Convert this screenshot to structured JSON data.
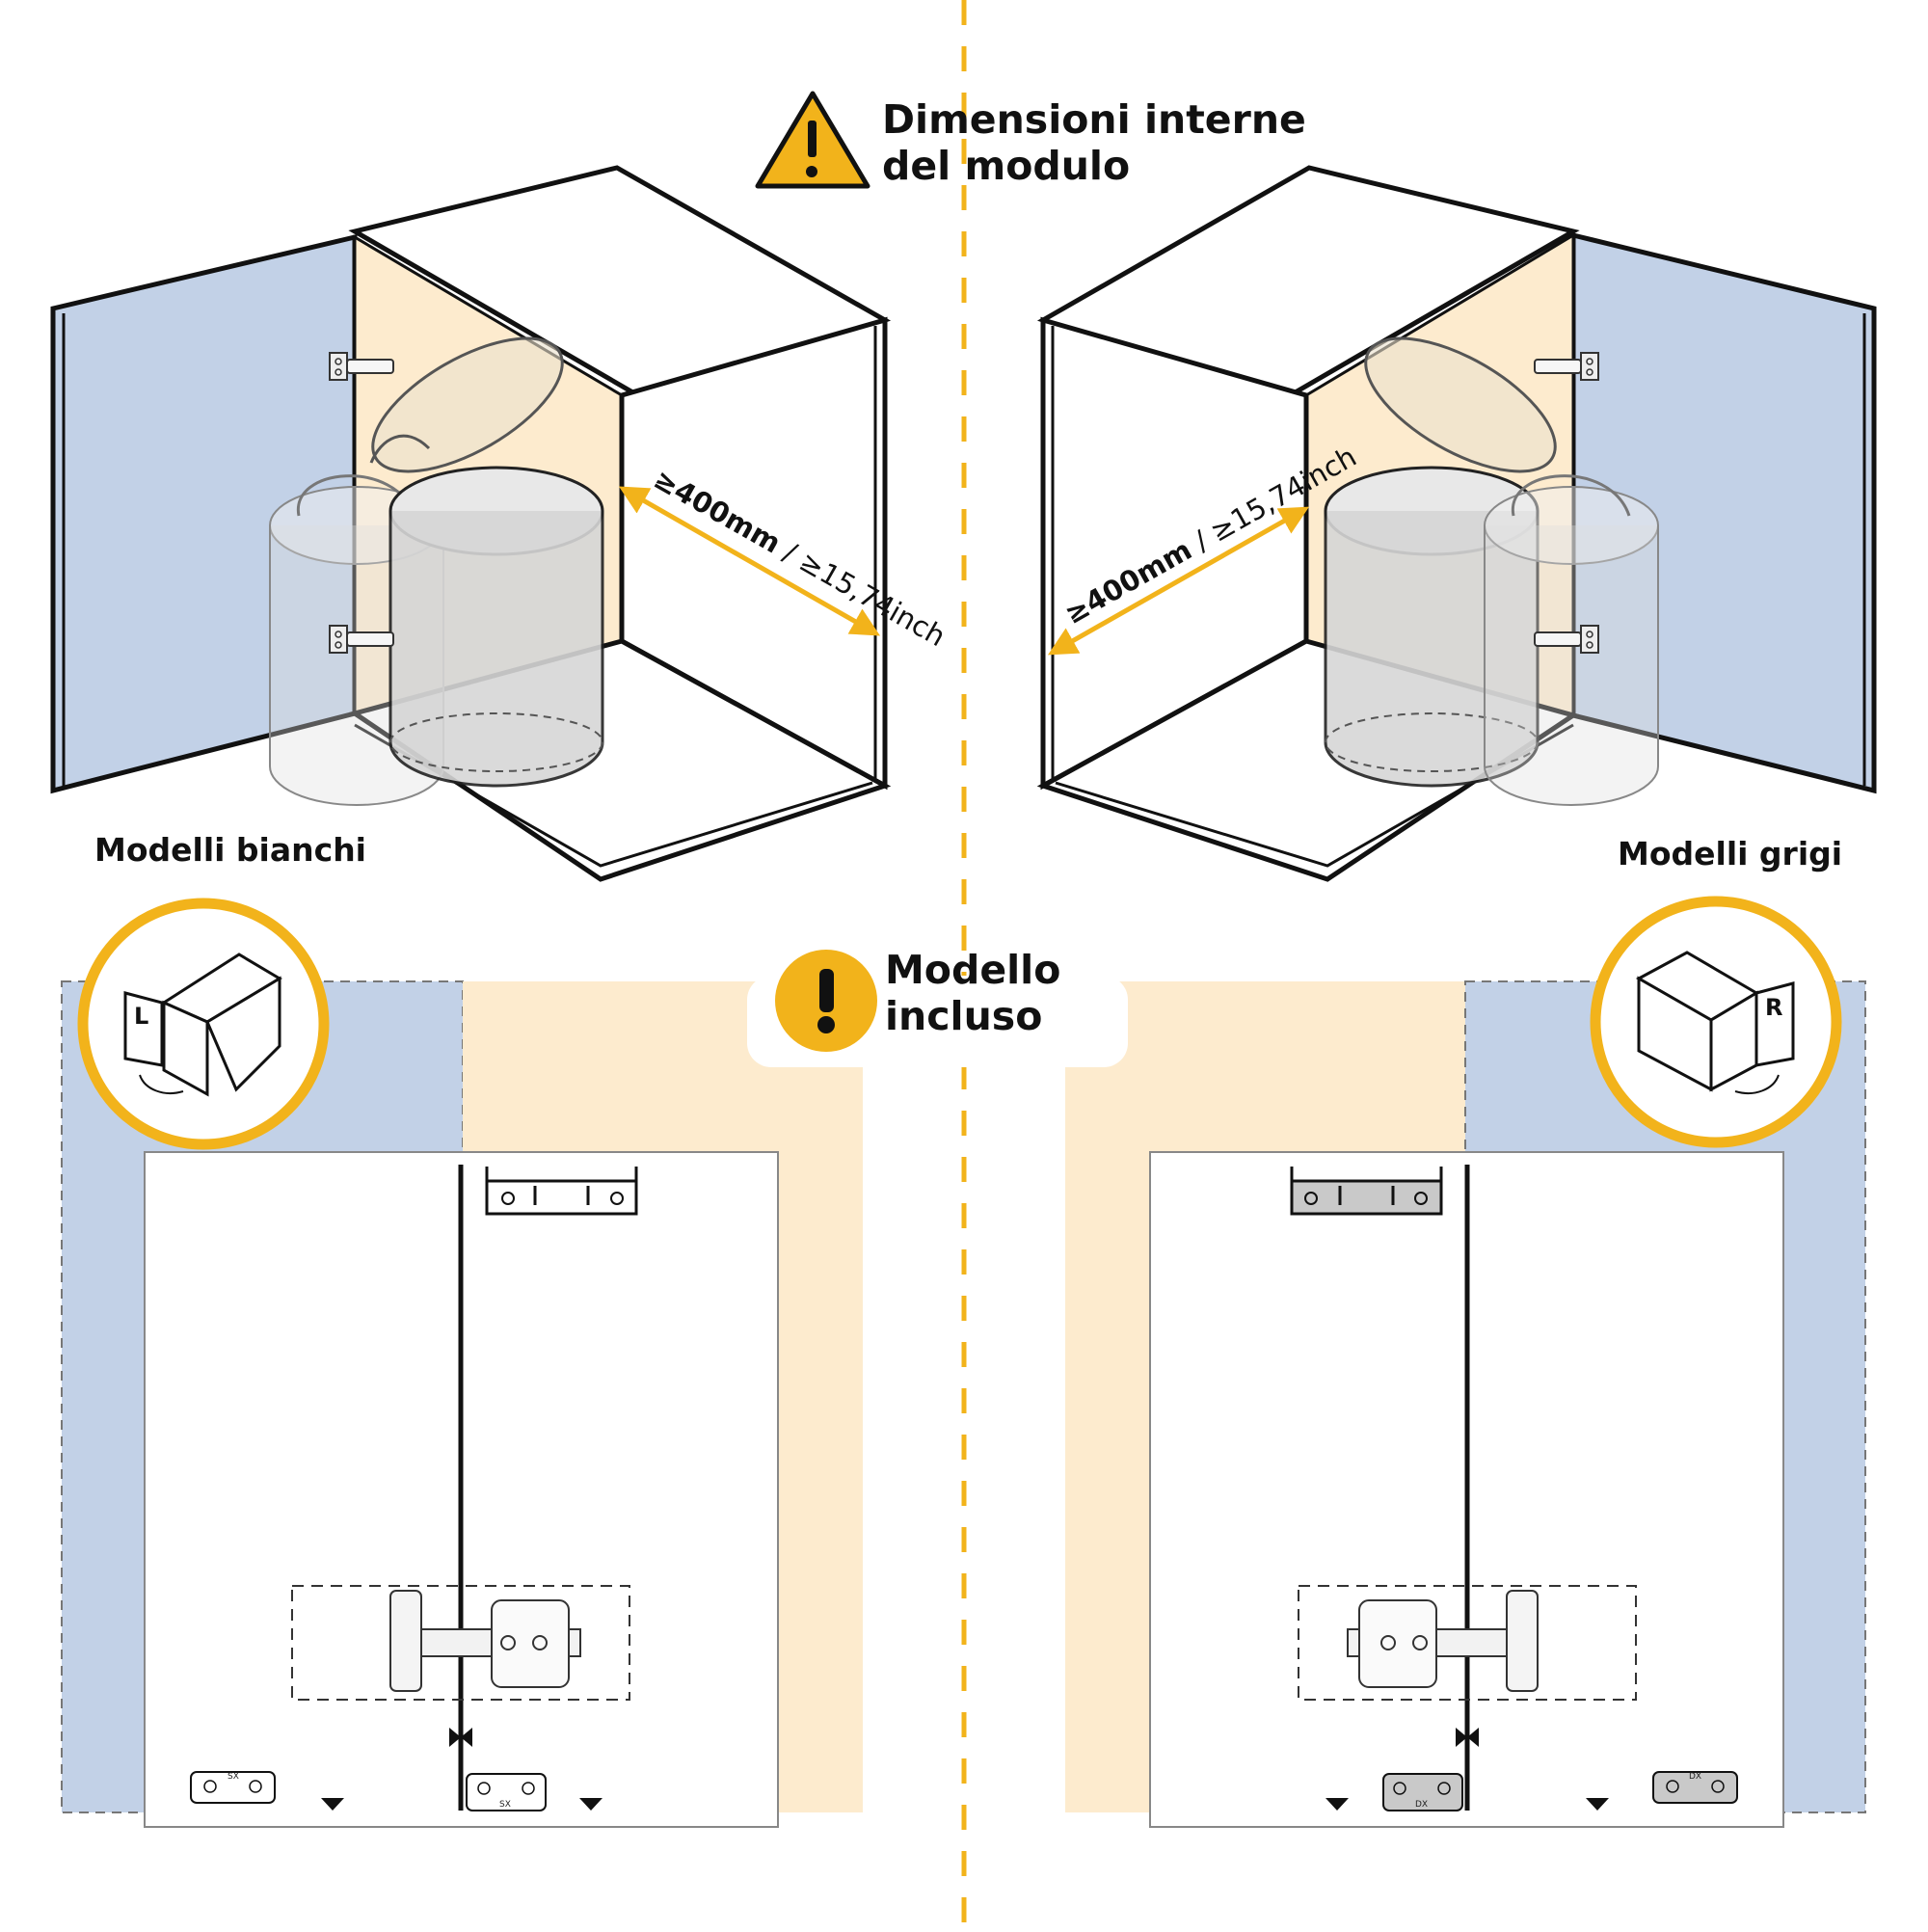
{
  "headings": {
    "internal_dimensions_line1": "Dimensioni interne",
    "internal_dimensions_line2": "del modulo",
    "included_model_line1": "Modello",
    "included_model_line2": "incluso"
  },
  "labels": {
    "white_models": "Modelli bianchi",
    "grey_models": "Modelli grigi"
  },
  "dimension": {
    "value": "≥400mm",
    "separator": " / ",
    "alt": "≥15,74inch"
  },
  "badges": {
    "left_door": "L",
    "right_door": "R"
  },
  "hinge_plate_tags": {
    "left": "SX",
    "right": "DX"
  },
  "colors": {
    "accent": "#F2B31B",
    "door_blue": "#C2D1E7",
    "interior_cream": "#FDEBCE",
    "line": "#111111",
    "grey_part": "#C9C9C9"
  },
  "icons": [
    "warning-triangle-icon",
    "exclamation-circle-icon",
    "cabinet-left-door-icon",
    "cabinet-right-door-icon"
  ]
}
